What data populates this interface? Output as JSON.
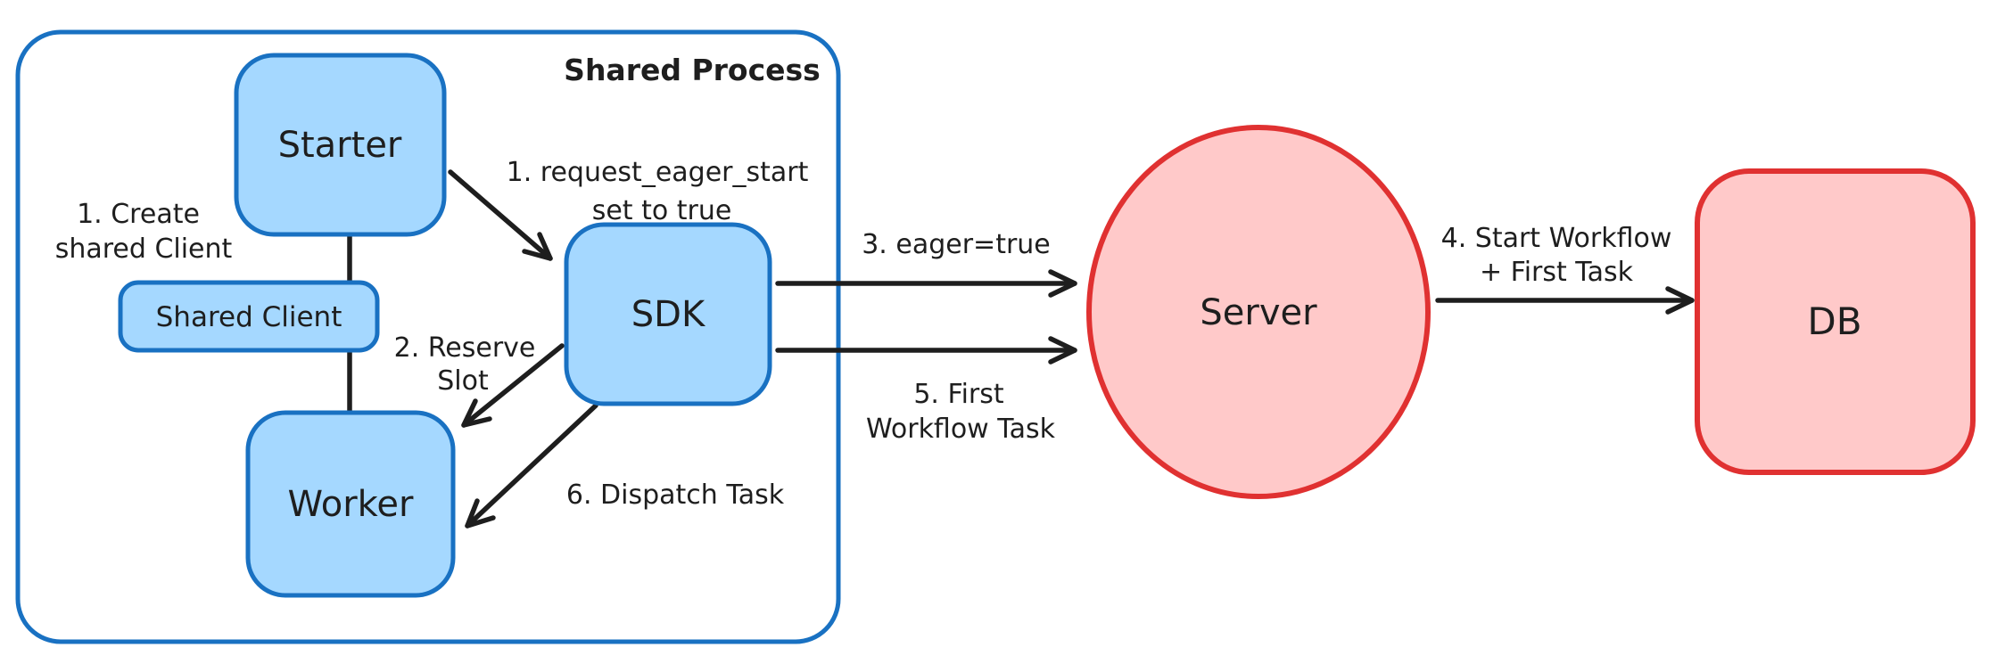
{
  "diagram": {
    "container": {
      "title": "Shared Process"
    },
    "nodes": {
      "starter": {
        "label": "Starter"
      },
      "shared_client": {
        "label": "Shared Client"
      },
      "worker": {
        "label": "Worker"
      },
      "sdk": {
        "label": "SDK"
      },
      "server": {
        "label": "Server"
      },
      "db": {
        "label": "DB"
      }
    },
    "annotations": {
      "create_shared_client": {
        "line1": "1. Create",
        "line2": "shared Client"
      },
      "request_eager_start": {
        "line1": "1. request_eager_start",
        "line2": "set to true"
      },
      "reserve_slot": {
        "line1": "2. Reserve",
        "line2": "Slot"
      },
      "eager_true": {
        "label": "3. eager=true"
      },
      "start_workflow": {
        "line1": "4. Start Workflow",
        "line2": "+ First Task"
      },
      "first_workflow_task": {
        "line1": "5. First",
        "line2": "Workflow Task"
      },
      "dispatch_task": {
        "label": "6. Dispatch Task"
      }
    },
    "colors": {
      "blue_stroke": "#1971c2",
      "blue_fill": "#a5d8ff",
      "red_stroke": "#e03131",
      "red_fill": "#ffc9c9",
      "ink": "#1e1e1e",
      "background": "#ffffff"
    }
  }
}
